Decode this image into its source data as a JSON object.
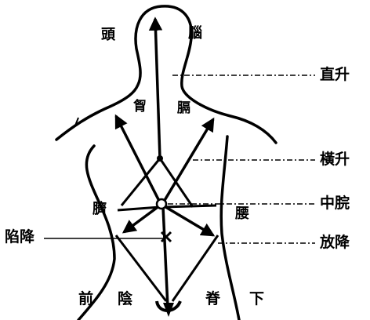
{
  "diagram": {
    "body_labels": {
      "head": "頭",
      "brain": "腦",
      "chest": "胷",
      "diaphragm": "膈",
      "navel": "臍",
      "waist": "腰",
      "front": "前",
      "yin": "陰",
      "spine": "脊",
      "down": "下"
    },
    "callouts": {
      "straight_rise": "直升",
      "lateral_rise": "橫升",
      "zhongwan": "中脘",
      "release_descend": "放降",
      "sink_descend": "陷降"
    },
    "colors": {
      "ink": "#000000",
      "background": "#ffffff"
    }
  }
}
